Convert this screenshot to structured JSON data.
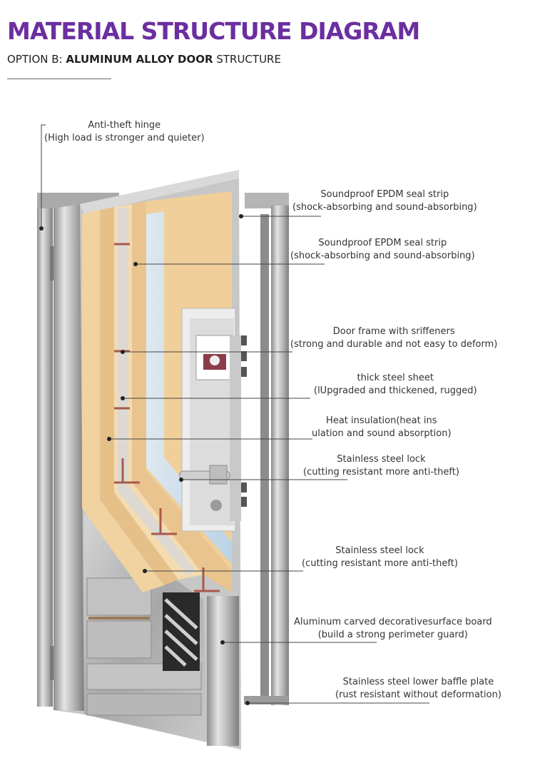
{
  "header": {
    "title": "MATERIAL STRUCTURE DIAGRAM",
    "subtitle_prefix": "OPTION B:",
    "subtitle_bold": "ALUMINUM ALLOY DOOR",
    "subtitle_suffix": "STRUCTURE"
  },
  "callouts": [
    {
      "line1": "Anti-theft hinge",
      "line2": "(High load is stronger and quieter)"
    },
    {
      "line1": "Soundproof EPDM seal strip",
      "line2": "(shock-absorbing and sound-absorbing)"
    },
    {
      "line1": "Soundproof EPDM seal strip",
      "line2": "(shock-absorbing and sound-absorbing)"
    },
    {
      "line1": "Door frame with sriffeners",
      "line2": "(strong and durable and not easy to deform)"
    },
    {
      "line1": "thick steel sheet",
      "line2": "(lUpgraded and thickened, rugged)"
    },
    {
      "line1": "Heat insulation(heat ins",
      "line2": "ulation and sound absorption)"
    },
    {
      "line1": "Stainless steel lock",
      "line2": "(cutting resistant more anti-theft)"
    },
    {
      "line1": "Stainless steel lock",
      "line2": "(cutting resistant more anti-theft)"
    },
    {
      "line1": "Aluminum carved decorativesurface board",
      "line2": "(build a strong perimeter guard)"
    },
    {
      "line1": "Stainless steel lower baffle plate",
      "line2": "(rust resistant without deformation)"
    }
  ],
  "colors": {
    "title": "#6b2fa0",
    "insulation": "#f0cf9a",
    "steel": "#b9b9b9",
    "leader": "#444444"
  }
}
